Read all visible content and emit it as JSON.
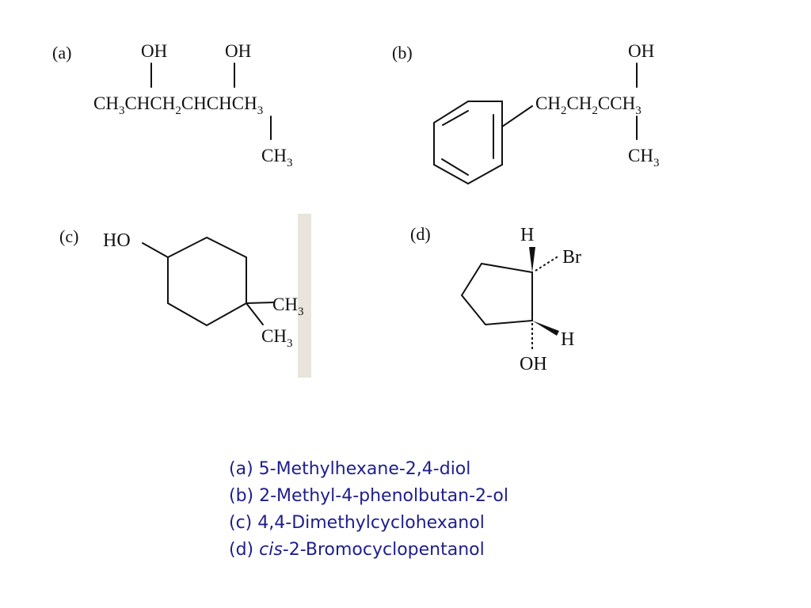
{
  "panel_a": {
    "label": "(a)",
    "oh1": "OH",
    "oh2": "OH",
    "chain": {
      "p1": "CH",
      "s1": "3",
      "p2": "CHCH",
      "s2": "2",
      "p3": "CHCHCH",
      "s3": "3"
    },
    "branch": {
      "p": "CH",
      "s": "3"
    }
  },
  "panel_b": {
    "label": "(b)",
    "oh": "OH",
    "chain": {
      "p1": "CH",
      "s1": "2",
      "p2": "CH",
      "s2": "2",
      "p3": "CCH",
      "s3": "3"
    },
    "branch": {
      "p": "CH",
      "s": "3"
    }
  },
  "panel_c": {
    "label": "(c)",
    "ho": "HO",
    "me1": {
      "p": "CH",
      "s": "3"
    },
    "me2": {
      "p": "CH",
      "s": "3"
    }
  },
  "panel_d": {
    "label": "(d)",
    "h_top": "H",
    "br": "Br",
    "h_bottom": "H",
    "oh": "OH"
  },
  "names": [
    {
      "prefix": "(a) ",
      "italic": "",
      "text": "5-Methylhexane-2,4-diol"
    },
    {
      "prefix": "(b) ",
      "italic": "",
      "text": "2-Methyl-4-phenolbutan-2-ol"
    },
    {
      "prefix": "(c) ",
      "italic": "",
      "text": "4,4-Dimethylcyclohexanol"
    },
    {
      "prefix": "(d) ",
      "italic": "cis",
      "text": "-2-Bromocyclopentanol"
    }
  ]
}
